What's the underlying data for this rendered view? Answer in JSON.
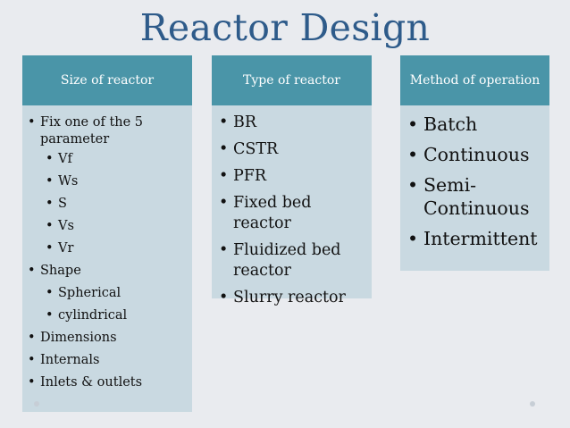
{
  "slide": {
    "title": "Reactor Design"
  },
  "columns": [
    {
      "header": "Size of reactor",
      "items": [
        {
          "level": 1,
          "text": "Fix one of the 5 parameter"
        },
        {
          "level": 2,
          "text": "Vf"
        },
        {
          "level": 2,
          "text": "Ws"
        },
        {
          "level": 2,
          "text": "S"
        },
        {
          "level": 2,
          "text": "Vs"
        },
        {
          "level": 2,
          "text": "Vr"
        },
        {
          "level": 1,
          "text": "Shape"
        },
        {
          "level": 2,
          "text": "Spherical"
        },
        {
          "level": 2,
          "text": "cylindrical"
        },
        {
          "level": 1,
          "text": "Dimensions"
        },
        {
          "level": 1,
          "text": "Internals"
        },
        {
          "level": 1,
          "text": "Inlets & outlets"
        }
      ]
    },
    {
      "header": "Type of reactor",
      "items": [
        {
          "level": 1,
          "text": "BR"
        },
        {
          "level": 1,
          "text": "CSTR"
        },
        {
          "level": 1,
          "text": "PFR"
        },
        {
          "level": 1,
          "text": "Fixed bed reactor"
        },
        {
          "level": 1,
          "text": "Fluidized bed reactor"
        },
        {
          "level": 1,
          "text": "Slurry reactor"
        }
      ]
    },
    {
      "header": "Method of operation",
      "items": [
        {
          "level": 1,
          "text": "Batch"
        },
        {
          "level": 1,
          "text": "Continuous"
        },
        {
          "level": 1,
          "text": "Semi-Continuous"
        },
        {
          "level": 1,
          "text": "Intermittent"
        }
      ]
    }
  ],
  "bullet_glyph": "•",
  "colors": {
    "title": "#2e5b8a",
    "header_bg": "#4a95a8",
    "body_bg": "#c9d9e1",
    "page_bg": "#e9ebef"
  }
}
